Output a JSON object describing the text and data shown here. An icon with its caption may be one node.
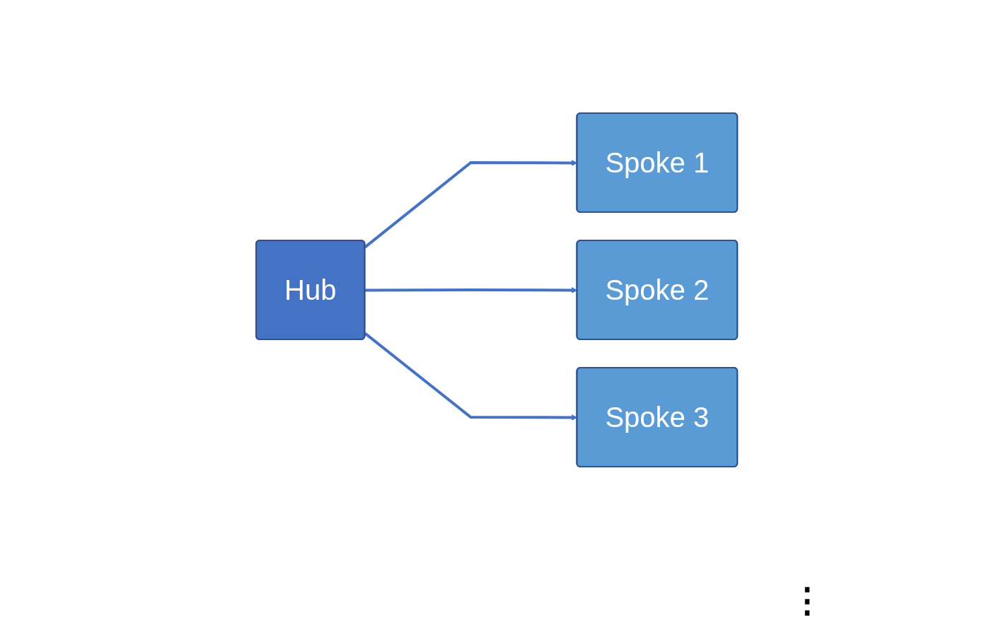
{
  "diagram": {
    "nodes": [
      {
        "text": [
          "Hub"
        ]
      },
      {
        "text": [
          "Spoke 1"
        ]
      },
      {
        "text": [
          "Spoke 2"
        ]
      },
      {
        "text": [
          "Spoke 3"
        ]
      }
    ],
    "edges": [
      {
        "from": 0,
        "to": 1,
        "arrow": "to"
      },
      {
        "from": 0,
        "to": 2,
        "arrow": "to"
      },
      {
        "from": 0,
        "to": 3,
        "arrow": "to"
      }
    ],
    "labels": [
      "⋮"
    ]
  }
}
